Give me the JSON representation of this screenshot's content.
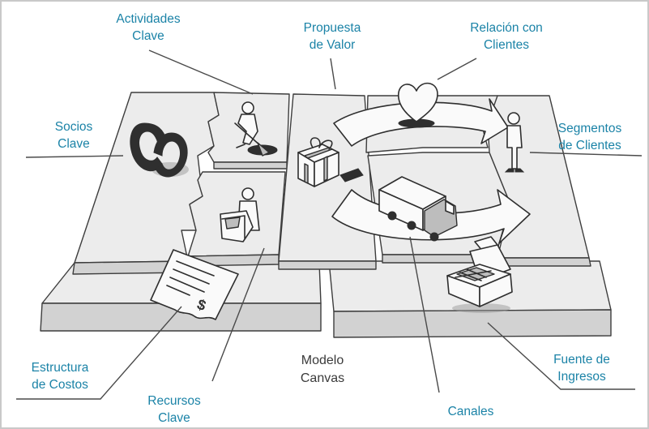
{
  "labels": {
    "actividades_clave": [
      "Actividades",
      "Clave"
    ],
    "propuesta_de_valor": [
      "Propuesta",
      "de Valor"
    ],
    "relacion_con_clientes": [
      "Relación con",
      "Clientes"
    ],
    "socios_clave": [
      "Socios",
      "Clave"
    ],
    "segmentos_de_clientes": [
      "Segmentos",
      "de Clientes"
    ],
    "estructura_de_costos": [
      "Estructura",
      "de Costos"
    ],
    "recursos_clave": [
      "Recursos",
      "Clave"
    ],
    "canales": [
      "Canales"
    ],
    "fuente_de_ingresos": [
      "Fuente de",
      "Ingresos"
    ],
    "modelo_canvas": [
      "Modelo",
      "Canvas"
    ]
  },
  "colors": {
    "label": "#1b83a7",
    "center_label": "#3a3a3a",
    "board_top": "#ececec",
    "board_side": "#d2d2d2",
    "outline": "#3d3d3d",
    "frame": "#c9c9c9"
  },
  "icons": [
    "chain-links-icon",
    "digging-worker-icon",
    "packing-worker-icon",
    "gift-box-icon",
    "heart-icon",
    "standing-person-icon",
    "delivery-truck-icon",
    "cash-register-icon",
    "invoice-document-icon"
  ]
}
